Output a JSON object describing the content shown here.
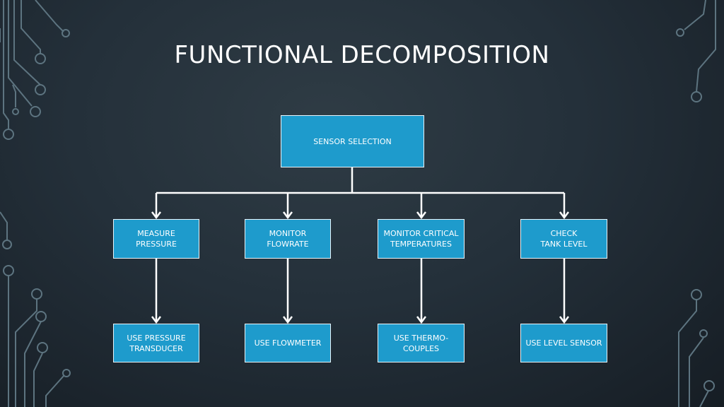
{
  "slide": {
    "title": "FUNCTIONAL DECOMPOSITION"
  },
  "diagram": {
    "root": {
      "label": "SENSOR SELECTION"
    },
    "branches": [
      {
        "function": [
          "MEASURE",
          "PRESSURE"
        ],
        "solution": [
          "USE PRESSURE",
          "TRANSDUCER"
        ]
      },
      {
        "function": [
          "MONITOR",
          "FLOWRATE"
        ],
        "solution": [
          "USE FLOWMETER"
        ]
      },
      {
        "function": [
          "MONITOR CRITICAL",
          "TEMPERATURES"
        ],
        "solution": [
          "USE THERMO-",
          "COUPLES"
        ]
      },
      {
        "function": [
          "CHECK",
          "TANK LEVEL"
        ],
        "solution": [
          "USE LEVEL SENSOR"
        ]
      }
    ]
  },
  "colors": {
    "box_fill": "#1e9bcc",
    "box_border": "#e8f4fa",
    "connector": "#ffffff",
    "circuit_decoration": "#5d7480"
  }
}
